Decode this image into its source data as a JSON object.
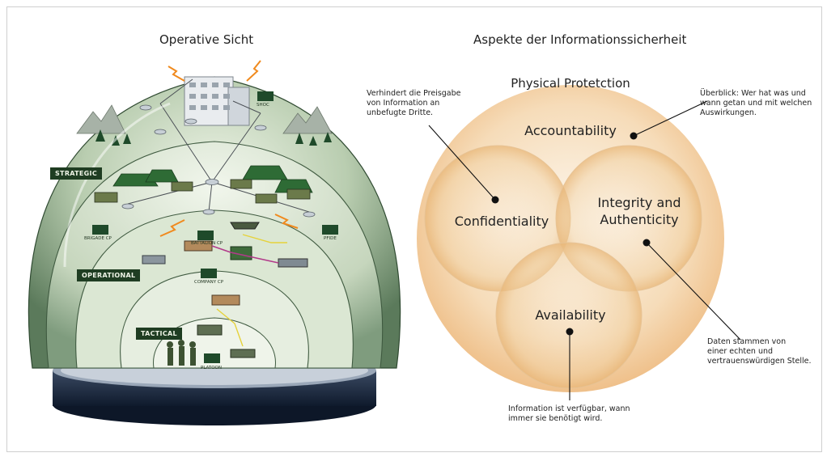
{
  "left": {
    "title": "Operative Sicht",
    "levels": {
      "strategic": "STRATEGIC",
      "operational": "OPERATIONAL",
      "tactical": "TACTICAL"
    },
    "nodes": {
      "shoc": "SHOC",
      "battalion_cp": "BATTALION CP",
      "brigade_cp": "BRIGADE CP",
      "pfide": "PFIDE",
      "company_cp": "COMPANY CP",
      "platoon": "PLATOON"
    }
  },
  "right": {
    "title": "Aspekte der Informationssicherheit",
    "outer_label": "Physical Protetction",
    "circles": {
      "accountability": "Accountability",
      "confidentiality": "Confidentiality",
      "integrity": "Integrity and\nAuthenticity",
      "availability": "Availability"
    },
    "notes": {
      "confidentiality": "Verhindert die Preisgabe\nvon Information an\nunbefugte Dritte.",
      "accountability": "Überblick: Wer hat was und\nwann getan und mit welchen\nAuswirkungen.",
      "integrity": "Daten stammen von\neiner echten und\nvertrauenswürdigen Stelle.",
      "availability": "Information ist verfügbar, wann\nimmer sie benötigt wird."
    }
  },
  "colors": {
    "dome_dark": "#3f5a40",
    "dome_light": "#dfe9d8",
    "tag": "#1f3d22",
    "orange_glow": "#f2c48d",
    "base_navy": "#1c2a40"
  }
}
